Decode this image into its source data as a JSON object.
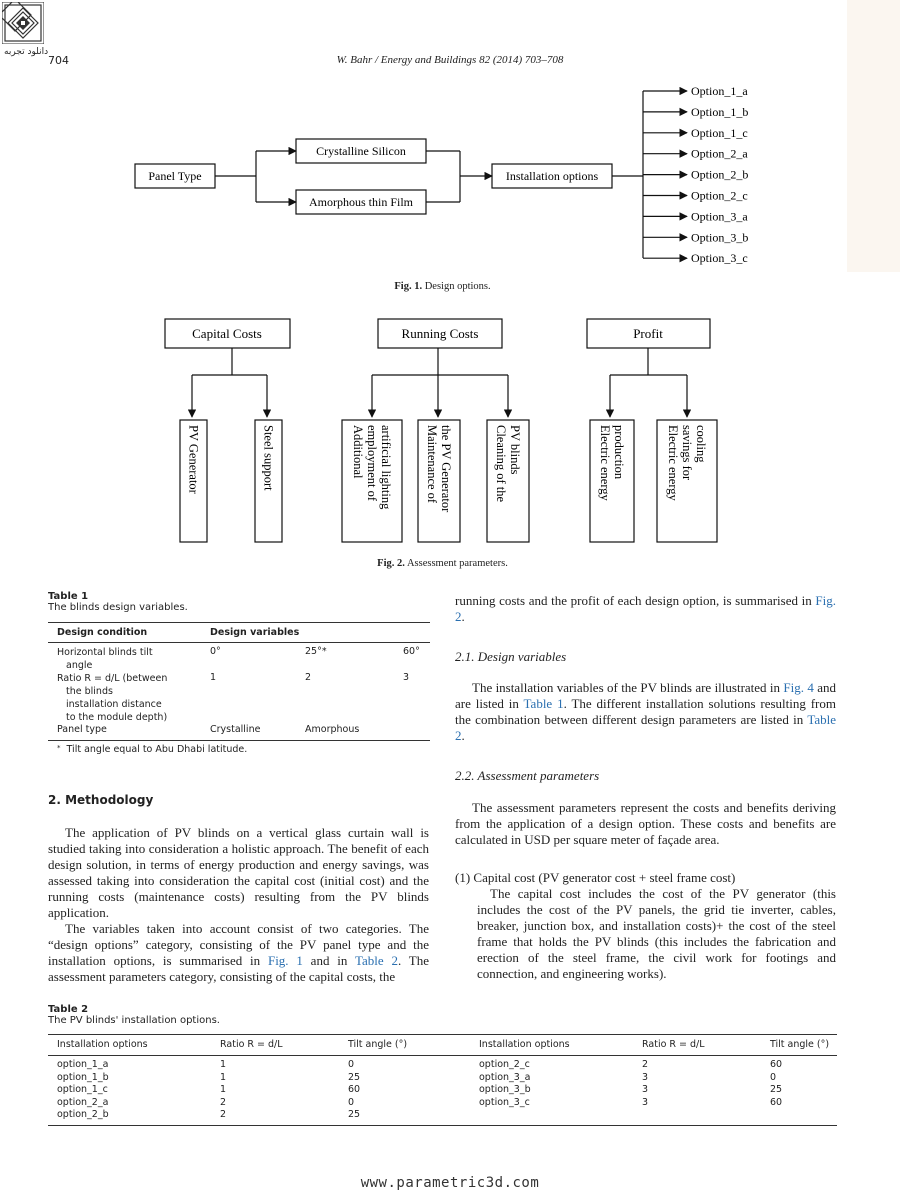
{
  "header": {
    "logo_text": "دانلود تجربه",
    "page_number": "704",
    "journal_ref": "W. Bahr / Energy and Buildings 82 (2014) 703–708"
  },
  "fig1": {
    "panel_type": "Panel Type",
    "crystalline": "Crystalline Silicon",
    "amorphous": "Amorphous thin Film",
    "installation": "Installation options",
    "options": [
      "Option_1_a",
      "Option_1_b",
      "Option_1_c",
      "Option_2_a",
      "Option_2_b",
      "Option_2_c",
      "Option_3_a",
      "Option_3_b",
      "Option_3_c"
    ],
    "caption_label": "Fig. 1.",
    "caption_text": "Design options."
  },
  "fig2": {
    "capital": "Capital Costs",
    "running": "Running Costs",
    "profit": "Profit",
    "leaves": [
      [
        "PV Generator"
      ],
      [
        "Steel support"
      ],
      [
        "Additional",
        "employment of",
        "artificial lighting"
      ],
      [
        "Maintenance of",
        "the PV Generator"
      ],
      [
        "Cleaning of the",
        "PV blinds"
      ],
      [
        "Electric energy",
        "production"
      ],
      [
        "Electric energy",
        "savings for",
        "cooling"
      ]
    ],
    "caption_label": "Fig. 2.",
    "caption_text": "Assessment parameters."
  },
  "table1": {
    "title": "Table 1",
    "subtitle": "The blinds design variables.",
    "col_condition": "Design condition",
    "col_variables": "Design variables",
    "row1": {
      "c1": "Horizontal blinds tilt",
      "c1b": "angle",
      "v1": "0°",
      "v2": "25°*",
      "v3": "60°"
    },
    "row2": {
      "c1": "Ratio R = d/L (between",
      "c1b": "the blinds",
      "c1c": "installation distance",
      "c1d": "to the module depth)",
      "v1": "1",
      "v2": "2",
      "v3": "3"
    },
    "row3": {
      "c1": "Panel type",
      "v1": "Crystalline",
      "v2": "Amorphous"
    },
    "footnote": "Tilt angle equal to Abu Dhabi latitude."
  },
  "left_col": {
    "section_heading": "2.  Methodology",
    "p1": "The application of PV blinds on a vertical glass curtain wall is studied taking into consideration a holistic approach. The benefit of each design solution, in terms of energy production and energy savings, was assessed taking into consideration the capital cost (initial cost) and the running costs (maintenance costs) resulting from the PV blinds application.",
    "p2a": "The variables taken into account consist of two categories. The “design options” category, consisting of the PV panel type and the installation options, is summarised in ",
    "p2_link1": "Fig. 1",
    "p2b": " and in ",
    "p2_link2": "Table 2",
    "p2c": ". The assessment parameters category, consisting of the capital costs, the"
  },
  "right_col": {
    "p0a": "running costs and the profit of each design option, is summarised in ",
    "p0_link": "Fig. 2",
    "p0b": ".",
    "sub1": "2.1.  Design variables",
    "p1a": "The installation variables of the PV blinds are illustrated in ",
    "p1_link1": "Fig. 4",
    "p1b": " and are listed in ",
    "p1_link2": "Table 1",
    "p1c": ". The different installation solutions resulting from the combination between different design parameters are listed in ",
    "p1_link3": "Table 2",
    "p1d": ".",
    "sub2": "2.2.  Assessment parameters",
    "p2": "The assessment parameters represent the costs and benefits deriving from the application of a design option. These costs and benefits are calculated in USD per square meter of façade area.",
    "item1_head": "(1) Capital cost (PV generator cost + steel frame cost)",
    "item1_body": "The capital cost includes the cost of the PV generator (this includes the cost of the PV panels, the grid tie inverter, cables, breaker, junction box, and installation costs)+ the cost of the steel frame that holds the PV blinds (this includes the fabrication and erection of the steel frame, the civil work for footings and connection, and engineering works)."
  },
  "table2": {
    "title": "Table 2",
    "subtitle": "The PV blinds' installation options.",
    "headers": [
      "Installation options",
      "Ratio R = d/L",
      "Tilt angle (°)",
      "Installation options",
      "Ratio R = d/L",
      "Tilt angle (°)"
    ],
    "left_rows": [
      [
        "option_1_a",
        "1",
        "0"
      ],
      [
        "option_1_b",
        "1",
        "25"
      ],
      [
        "option_1_c",
        "1",
        "60"
      ],
      [
        "option_2_a",
        "2",
        "0"
      ],
      [
        "option_2_b",
        "2",
        "25"
      ]
    ],
    "right_rows": [
      [
        "option_2_c",
        "2",
        "60"
      ],
      [
        "option_3_a",
        "3",
        "0"
      ],
      [
        "option_3_b",
        "3",
        "25"
      ],
      [
        "option_3_c",
        "3",
        "60"
      ]
    ]
  },
  "footer": {
    "url": "www.parametric3d.com"
  },
  "colors": {
    "link": "#2a6fb0",
    "strip": "#fbf6f0"
  }
}
